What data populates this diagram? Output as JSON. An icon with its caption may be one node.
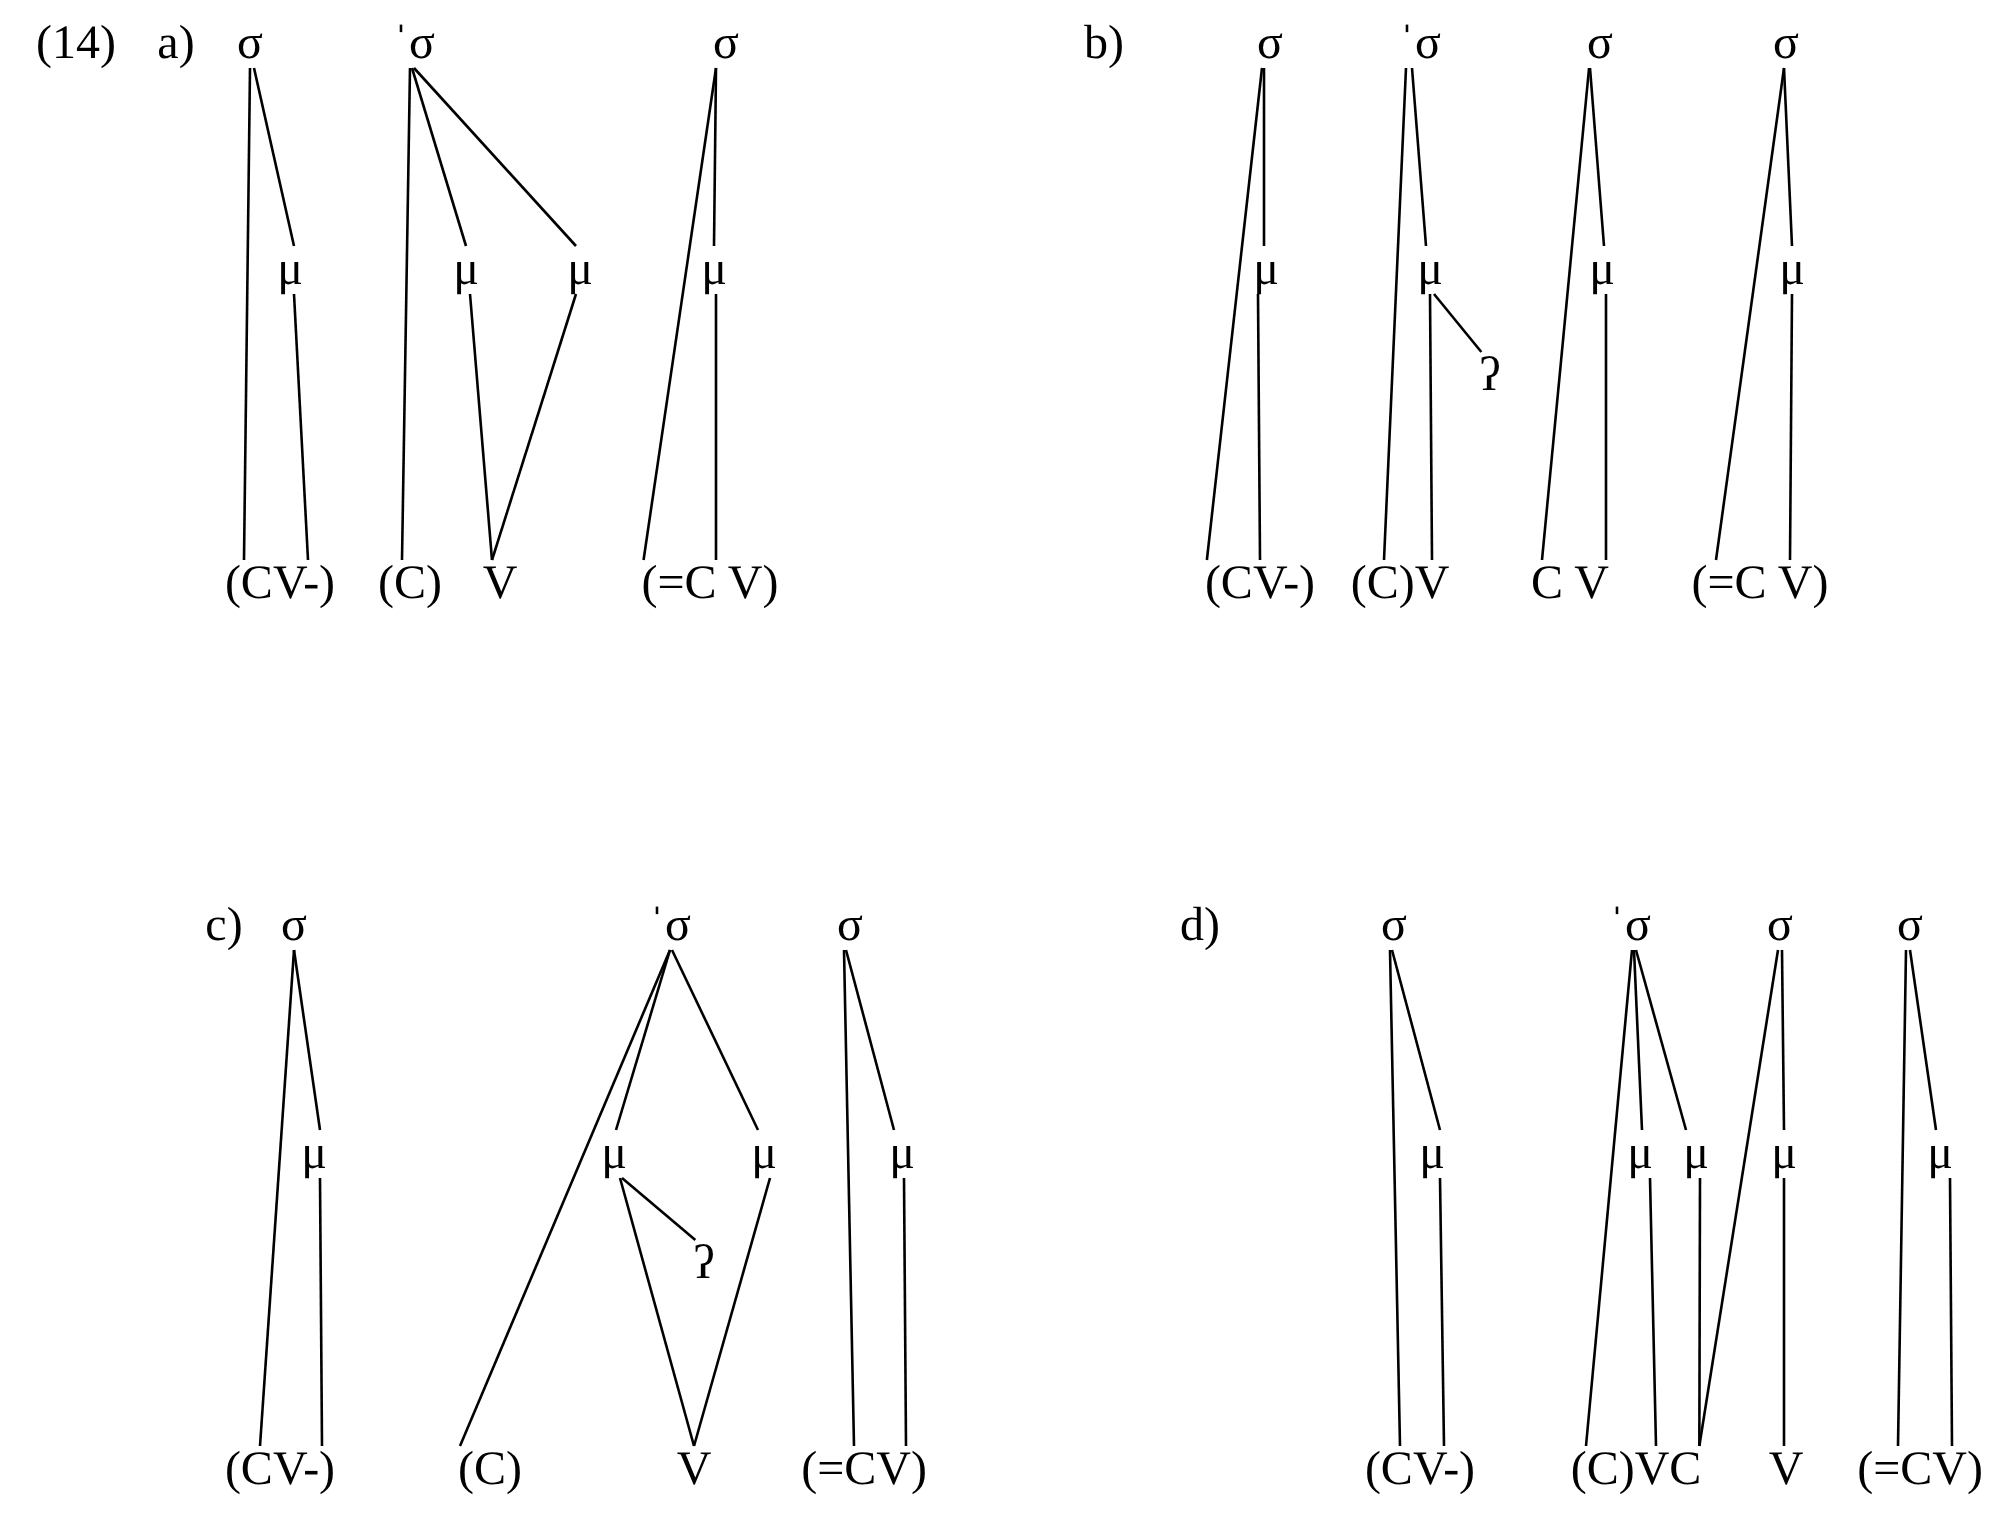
{
  "diagram": {
    "nodes": [
      {
        "text": [
          "σ"
        ]
      },
      {
        "text": [
          "ˈσ"
        ]
      },
      {
        "text": [
          "σ"
        ]
      },
      {
        "text": [
          "μ"
        ]
      },
      {
        "text": [
          "μ"
        ]
      },
      {
        "text": [
          "μ"
        ]
      },
      {
        "text": [
          "μ"
        ]
      },
      {
        "text": [
          "(CV-)"
        ]
      },
      {
        "text": [
          "(C)"
        ]
      },
      {
        "text": [
          "V"
        ]
      },
      {
        "text": [
          "(=C V)"
        ]
      },
      {
        "text": [
          "σ"
        ]
      },
      {
        "text": [
          "ˈσ"
        ]
      },
      {
        "text": [
          "σ"
        ]
      },
      {
        "text": [
          "σ"
        ]
      },
      {
        "text": [
          "μ"
        ]
      },
      {
        "text": [
          "μ"
        ]
      },
      {
        "text": [
          "μ"
        ]
      },
      {
        "text": [
          "μ"
        ]
      },
      {
        "text": [
          "ʔ"
        ]
      },
      {
        "text": [
          "(CV-)"
        ]
      },
      {
        "text": [
          "(C)V"
        ]
      },
      {
        "text": [
          "C V"
        ]
      },
      {
        "text": [
          "(=C V)"
        ]
      },
      {
        "text": [
          "σ"
        ]
      },
      {
        "text": [
          "ˈσ"
        ]
      },
      {
        "text": [
          "σ"
        ]
      },
      {
        "text": [
          "μ"
        ]
      },
      {
        "text": [
          "μ"
        ]
      },
      {
        "text": [
          "μ"
        ]
      },
      {
        "text": [
          "μ"
        ]
      },
      {
        "text": [
          "ʔ"
        ]
      },
      {
        "text": [
          "(CV-)"
        ]
      },
      {
        "text": [
          "(C)"
        ]
      },
      {
        "text": [
          "V"
        ]
      },
      {
        "text": [
          "(=CV)"
        ]
      },
      {
        "text": [
          "σ"
        ]
      },
      {
        "text": [
          "ˈσ"
        ]
      },
      {
        "text": [
          "σ"
        ]
      },
      {
        "text": [
          "σ"
        ]
      },
      {
        "text": [
          "μ"
        ]
      },
      {
        "text": [
          "μ"
        ]
      },
      {
        "text": [
          "μ"
        ]
      },
      {
        "text": [
          "μ"
        ]
      },
      {
        "text": [
          "μ"
        ]
      },
      {
        "text": [
          "(CV-)"
        ]
      },
      {
        "text": [
          "(C)VC"
        ]
      },
      {
        "text": [
          "V"
        ]
      },
      {
        "text": [
          "(=CV)"
        ]
      }
    ],
    "edges": [
      {
        "from": 0,
        "to": 7,
        "arrow": "none"
      },
      {
        "from": 0,
        "to": 3,
        "arrow": "none"
      },
      {
        "from": 3,
        "to": 7,
        "arrow": "none"
      },
      {
        "from": 1,
        "to": 8,
        "arrow": "none"
      },
      {
        "from": 1,
        "to": 4,
        "arrow": "none"
      },
      {
        "from": 1,
        "to": 5,
        "arrow": "none"
      },
      {
        "from": 4,
        "to": 9,
        "arrow": "none"
      },
      {
        "from": 5,
        "to": 9,
        "arrow": "none"
      },
      {
        "from": 2,
        "to": 10,
        "arrow": "none"
      },
      {
        "from": 2,
        "to": 6,
        "arrow": "none"
      },
      {
        "from": 6,
        "to": 10,
        "arrow": "none"
      },
      {
        "from": 11,
        "to": 20,
        "arrow": "none"
      },
      {
        "from": 11,
        "to": 15,
        "arrow": "none"
      },
      {
        "from": 15,
        "to": 20,
        "arrow": "none"
      },
      {
        "from": 12,
        "to": 21,
        "arrow": "none"
      },
      {
        "from": 12,
        "to": 16,
        "arrow": "none"
      },
      {
        "from": 16,
        "to": 21,
        "arrow": "none"
      },
      {
        "from": 16,
        "to": 19,
        "arrow": "none"
      },
      {
        "from": 13,
        "to": 22,
        "arrow": "none"
      },
      {
        "from": 13,
        "to": 17,
        "arrow": "none"
      },
      {
        "from": 17,
        "to": 22,
        "arrow": "none"
      },
      {
        "from": 14,
        "to": 23,
        "arrow": "none"
      },
      {
        "from": 14,
        "to": 18,
        "arrow": "none"
      },
      {
        "from": 18,
        "to": 23,
        "arrow": "none"
      },
      {
        "from": 24,
        "to": 32,
        "arrow": "none"
      },
      {
        "from": 24,
        "to": 27,
        "arrow": "none"
      },
      {
        "from": 27,
        "to": 32,
        "arrow": "none"
      },
      {
        "from": 25,
        "to": 33,
        "arrow": "none"
      },
      {
        "from": 25,
        "to": 28,
        "arrow": "none"
      },
      {
        "from": 25,
        "to": 29,
        "arrow": "none"
      },
      {
        "from": 28,
        "to": 34,
        "arrow": "none"
      },
      {
        "from": 28,
        "to": 31,
        "arrow": "none"
      },
      {
        "from": 29,
        "to": 34,
        "arrow": "none"
      },
      {
        "from": 26,
        "to": 35,
        "arrow": "none"
      },
      {
        "from": 26,
        "to": 30,
        "arrow": "none"
      },
      {
        "from": 30,
        "to": 35,
        "arrow": "none"
      },
      {
        "from": 36,
        "to": 45,
        "arrow": "none"
      },
      {
        "from": 36,
        "to": 40,
        "arrow": "none"
      },
      {
        "from": 40,
        "to": 45,
        "arrow": "none"
      },
      {
        "from": 37,
        "to": 46,
        "arrow": "none"
      },
      {
        "from": 37,
        "to": 41,
        "arrow": "none"
      },
      {
        "from": 37,
        "to": 42,
        "arrow": "none"
      },
      {
        "from": 41,
        "to": 46,
        "arrow": "none"
      },
      {
        "from": 42,
        "to": 46,
        "arrow": "none"
      },
      {
        "from": 38,
        "to": 46,
        "arrow": "none"
      },
      {
        "from": 38,
        "to": 43,
        "arrow": "none"
      },
      {
        "from": 43,
        "to": 47,
        "arrow": "none"
      },
      {
        "from": 39,
        "to": 48,
        "arrow": "none"
      },
      {
        "from": 39,
        "to": 44,
        "arrow": "none"
      },
      {
        "from": 44,
        "to": 48,
        "arrow": "none"
      }
    ],
    "labels": [
      "(14)",
      "a)",
      "b)",
      "c)",
      "d)"
    ]
  }
}
